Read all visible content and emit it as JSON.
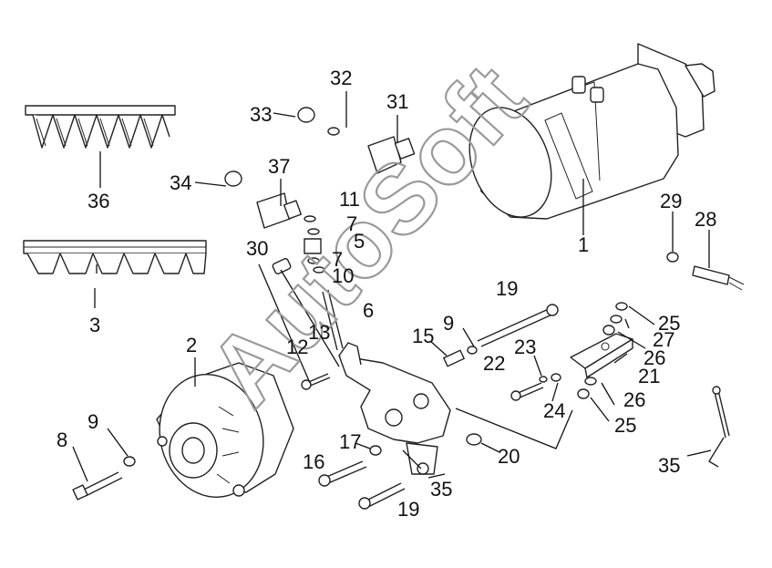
{
  "watermark": "AutoSoft",
  "colors": {
    "line": "#222222",
    "watermark": "#9a9a9a",
    "background": "#ffffff"
  },
  "callouts": {
    "c1": "1",
    "c2": "2",
    "c3": "3",
    "c5": "5",
    "c6": "6",
    "c7a": "7",
    "c7b": "7",
    "c8": "8",
    "c9a": "9",
    "c9b": "9",
    "c10": "10",
    "c11": "11",
    "c12": "12",
    "c13": "13",
    "c15": "15",
    "c16": "16",
    "c17": "17",
    "c19a": "19",
    "c19b": "19",
    "c20": "20",
    "c21": "21",
    "c22": "22",
    "c23": "23",
    "c24": "24",
    "c25a": "25",
    "c25b": "25",
    "c26a": "26",
    "c26b": "26",
    "c27": "27",
    "c28": "28",
    "c29": "29",
    "c30": "30",
    "c31": "31",
    "c32": "32",
    "c33": "33",
    "c34": "34",
    "c35a": "35",
    "c35b": "35",
    "c36": "36",
    "c37": "37"
  }
}
